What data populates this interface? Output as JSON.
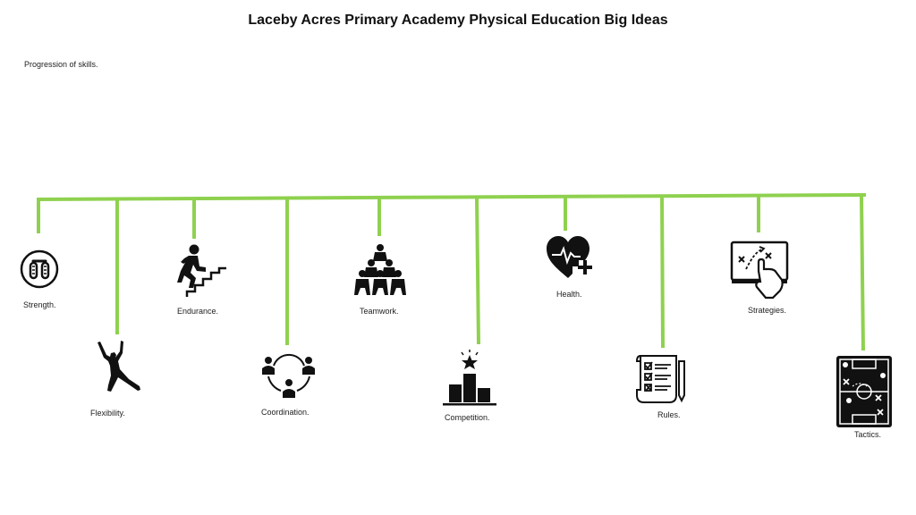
{
  "title": "Laceby Acres Primary Academy Physical Education Big Ideas",
  "subtitle": "Progression of skills.",
  "colors": {
    "line": "#8fd14f",
    "icon": "#111111",
    "background": "#ffffff"
  },
  "skills": [
    {
      "label": "Strength.",
      "icon": "hand-grip-icon"
    },
    {
      "label": "Flexibility.",
      "icon": "dancer-icon"
    },
    {
      "label": "Endurance.",
      "icon": "stair-climber-icon"
    },
    {
      "label": "Coordination.",
      "icon": "people-circle-icon"
    },
    {
      "label": "Teamwork.",
      "icon": "human-pyramid-icon"
    },
    {
      "label": "Competition.",
      "icon": "podium-icon"
    },
    {
      "label": "Health.",
      "icon": "heart-plus-icon"
    },
    {
      "label": "Rules.",
      "icon": "checklist-icon"
    },
    {
      "label": "Strategies.",
      "icon": "strategy-board-icon"
    },
    {
      "label": "Tactics.",
      "icon": "tactics-pitch-icon"
    }
  ]
}
